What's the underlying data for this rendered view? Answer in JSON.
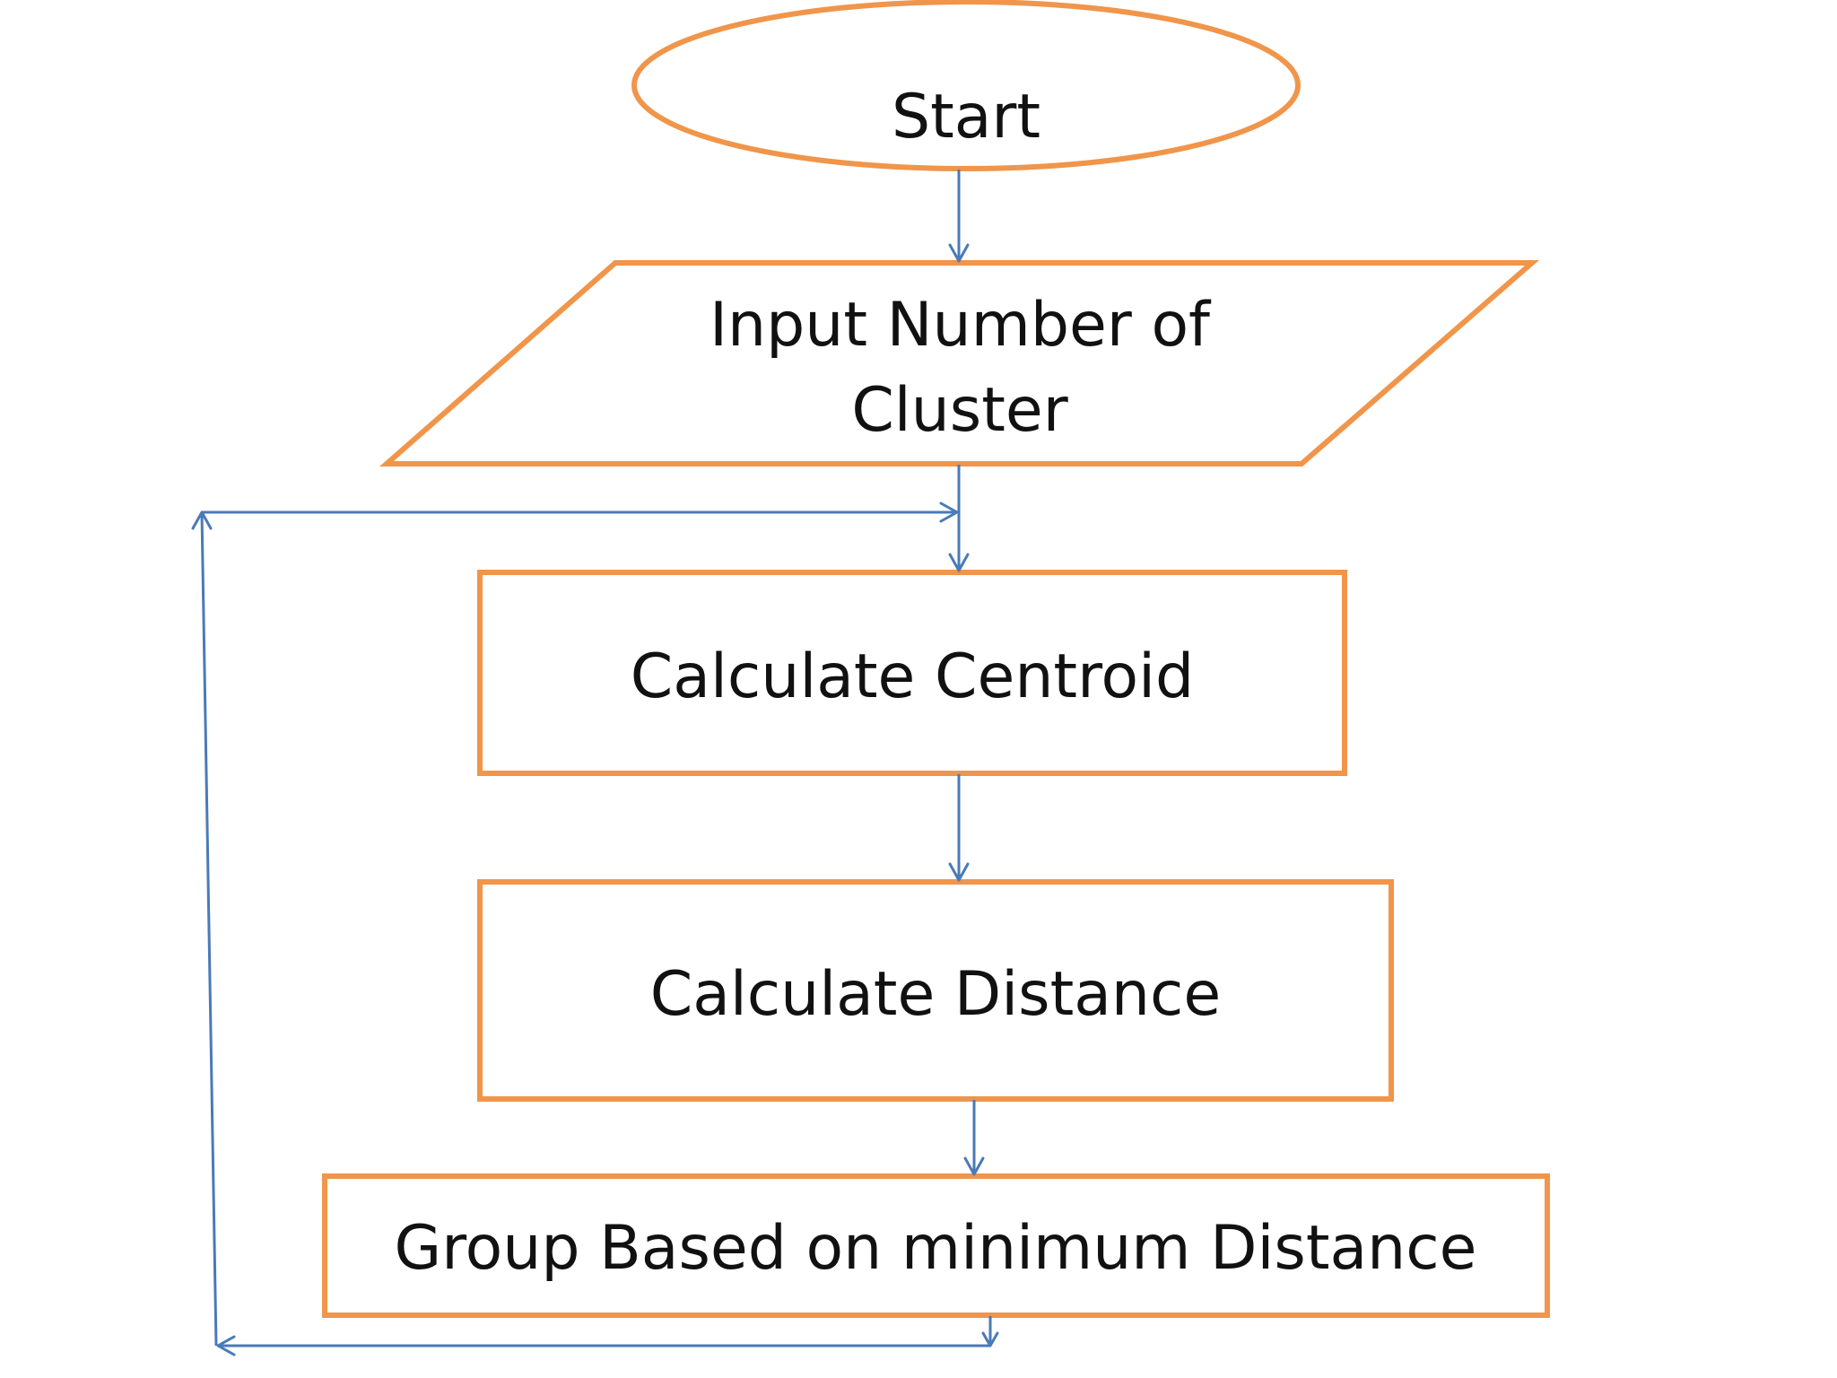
{
  "colors": {
    "shape_stroke": "#f0954a",
    "connector": "#4a7ab8",
    "text": "#111111"
  },
  "nodes": {
    "start": {
      "line1": "Start"
    },
    "input": {
      "line1": "Input Number of",
      "line2": "Cluster"
    },
    "centroid": {
      "line1": "Calculate Centroid"
    },
    "distance": {
      "line1": "Calculate Distance"
    },
    "group": {
      "line1": "Group Based on minimum Distance"
    }
  }
}
